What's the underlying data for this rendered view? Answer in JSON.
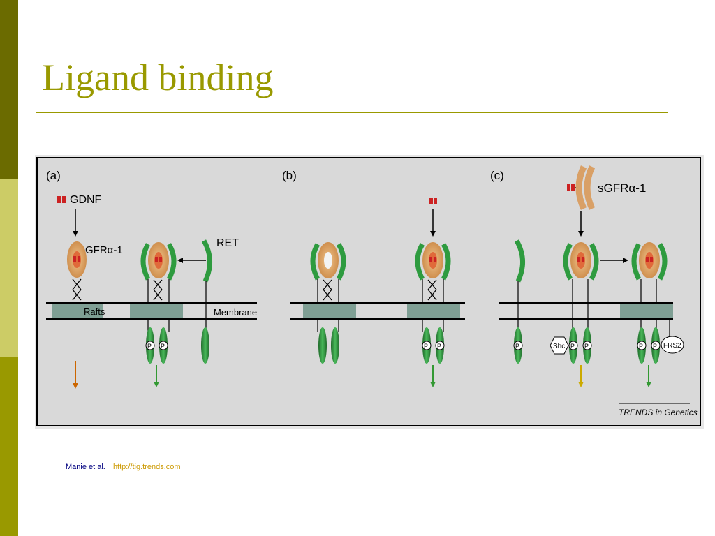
{
  "slide": {
    "title": "Ligand binding",
    "citation_author": "Manie et al.",
    "citation_link": "http://tig.trends.com",
    "colors": {
      "accent": "#999900",
      "sidebar_dark": "#6b6b00",
      "sidebar_light": "#cccc66",
      "sidebar_mid": "#999900"
    }
  },
  "figure": {
    "panel_a": {
      "label": "(a)",
      "ligand": "GDNF",
      "receptor": "GFRα-1",
      "receptor_kinase": "RET",
      "rafts": "Rafts",
      "membrane": "Membrane",
      "phospho": "P"
    },
    "panel_b": {
      "label": "(b)",
      "phospho": "P"
    },
    "panel_c": {
      "label": "(c)",
      "soluble_receptor": "sGFRα-1",
      "plus": "+",
      "adaptor_shc": "Shc",
      "adaptor_frs2": "FRS2",
      "phospho": "P"
    },
    "credit": "TRENDS in Genetics",
    "ligand_glyph": "GDNF-dimer-icon",
    "colors": {
      "tan": "#d9a066",
      "tan_inner": "#e8b680",
      "green": "#2e9b3f",
      "green_dark": "#1f6b2a",
      "raft": "#7f9f94",
      "ligand": "#cc2222",
      "arrow_orange": "#cc6600",
      "arrow_green": "#339933",
      "arrow_yellow": "#ccaa00"
    }
  }
}
